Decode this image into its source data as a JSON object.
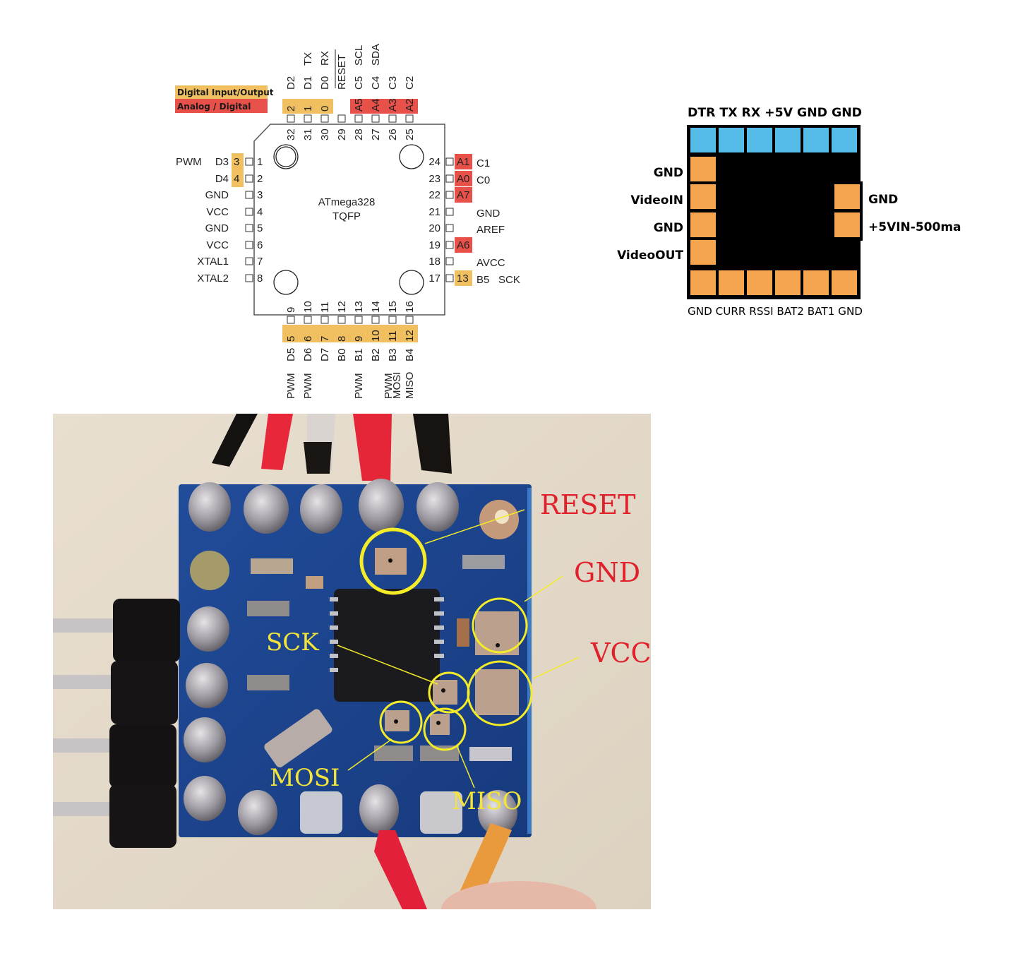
{
  "pinout": {
    "chip_name": "ATmega328",
    "package": "TQFP",
    "legend": [
      {
        "label": "Digital Input/Output",
        "color": "#f0c060"
      },
      {
        "label": "Analog / Digital",
        "color": "#e8504a"
      }
    ],
    "top_pins": [
      {
        "num": "32",
        "arduino": "2",
        "kind": "digital",
        "port": "D2",
        "func": ""
      },
      {
        "num": "31",
        "arduino": "1",
        "kind": "digital",
        "port": "D1",
        "func": "TX"
      },
      {
        "num": "30",
        "arduino": "0",
        "kind": "digital",
        "port": "D0",
        "func": "RX"
      },
      {
        "num": "29",
        "arduino": "",
        "kind": "none",
        "port": "RESET",
        "func": ""
      },
      {
        "num": "28",
        "arduino": "A5",
        "kind": "analog",
        "port": "C5",
        "func": "SCL"
      },
      {
        "num": "27",
        "arduino": "A4",
        "kind": "analog",
        "port": "C4",
        "func": "SDA"
      },
      {
        "num": "26",
        "arduino": "A3",
        "kind": "analog",
        "port": "C3",
        "func": ""
      },
      {
        "num": "25",
        "arduino": "A2",
        "kind": "analog",
        "port": "C2",
        "func": ""
      }
    ],
    "left_pins": [
      {
        "num": "1",
        "arduino": "3",
        "kind": "digital",
        "label": "D3",
        "func": "PWM"
      },
      {
        "num": "2",
        "arduino": "4",
        "kind": "digital",
        "label": "D4",
        "func": ""
      },
      {
        "num": "3",
        "arduino": "",
        "kind": "none",
        "label": "GND",
        "func": ""
      },
      {
        "num": "4",
        "arduino": "",
        "kind": "none",
        "label": "VCC",
        "func": ""
      },
      {
        "num": "5",
        "arduino": "",
        "kind": "none",
        "label": "GND",
        "func": ""
      },
      {
        "num": "6",
        "arduino": "",
        "kind": "none",
        "label": "VCC",
        "func": ""
      },
      {
        "num": "7",
        "arduino": "",
        "kind": "none",
        "label": "XTAL1",
        "func": ""
      },
      {
        "num": "8",
        "arduino": "",
        "kind": "none",
        "label": "XTAL2",
        "func": ""
      }
    ],
    "right_pins": [
      {
        "num": "24",
        "arduino": "A1",
        "kind": "analog",
        "label": "C1",
        "func": ""
      },
      {
        "num": "23",
        "arduino": "A0",
        "kind": "analog",
        "label": "C0",
        "func": ""
      },
      {
        "num": "22",
        "arduino": "A7",
        "kind": "analog",
        "label": "",
        "func": ""
      },
      {
        "num": "21",
        "arduino": "",
        "kind": "none",
        "label": "GND",
        "func": ""
      },
      {
        "num": "20",
        "arduino": "",
        "kind": "none",
        "label": "AREF",
        "func": ""
      },
      {
        "num": "19",
        "arduino": "A6",
        "kind": "analog",
        "label": "",
        "func": ""
      },
      {
        "num": "18",
        "arduino": "",
        "kind": "none",
        "label": "AVCC",
        "func": ""
      },
      {
        "num": "17",
        "arduino": "13",
        "kind": "digital",
        "label": "B5",
        "func": "SCK"
      }
    ],
    "bottom_pins": [
      {
        "num": "9",
        "arduino": "5",
        "kind": "digital",
        "port": "D5",
        "func": [
          "PWM"
        ]
      },
      {
        "num": "10",
        "arduino": "6",
        "kind": "digital",
        "port": "D6",
        "func": [
          "PWM"
        ]
      },
      {
        "num": "11",
        "arduino": "7",
        "kind": "digital",
        "port": "D7",
        "func": []
      },
      {
        "num": "12",
        "arduino": "8",
        "kind": "digital",
        "port": "B0",
        "func": []
      },
      {
        "num": "13",
        "arduino": "9",
        "kind": "digital",
        "port": "B1",
        "func": [
          "PWM"
        ]
      },
      {
        "num": "14",
        "arduino": "10",
        "kind": "digital",
        "port": "B2",
        "func": []
      },
      {
        "num": "15",
        "arduino": "11",
        "kind": "digital",
        "port": "B3",
        "func": [
          "PWM",
          "MOSI"
        ]
      },
      {
        "num": "16",
        "arduino": "12",
        "kind": "digital",
        "port": "B4",
        "func": [
          "MISO"
        ]
      }
    ]
  },
  "osd_board": {
    "top_labels": [
      "DTR",
      "TX",
      "RX",
      "+5V",
      "GND",
      "GND"
    ],
    "left_labels": [
      "GND",
      "VideoIN",
      "GND",
      "VideoOUT"
    ],
    "right_labels": [
      "GND",
      "+5VIN-500ma"
    ],
    "bottom_labels": [
      "GND",
      "CURR",
      "RSSI",
      "BAT2",
      "BAT1",
      "GND"
    ],
    "colors": {
      "top_pad": "#55bce9",
      "pad": "#f5a550",
      "board": "#000000"
    }
  },
  "photo": {
    "annotations": [
      {
        "label": "RESET",
        "color": "#e0202a"
      },
      {
        "label": "GND",
        "color": "#e0202a"
      },
      {
        "label": "VCC",
        "color": "#e0202a"
      },
      {
        "label": "SCK",
        "color": "#f2e43a"
      },
      {
        "label": "MOSI",
        "color": "#f2e43a"
      },
      {
        "label": "MISO",
        "color": "#f2e43a"
      }
    ]
  }
}
